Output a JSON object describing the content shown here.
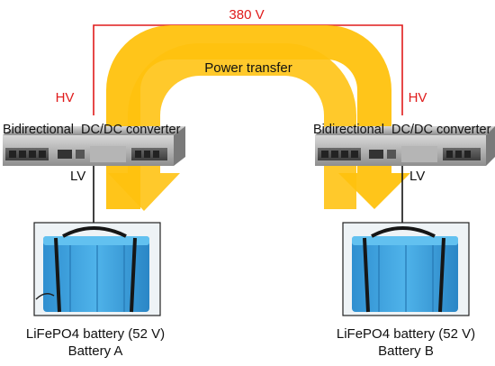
{
  "diagram": {
    "hv_bus_voltage": "380 V",
    "power_transfer_label": "Power transfer",
    "left": {
      "hv_label": "HV",
      "lv_label": "LV",
      "converter_label": "Bidirectional  DC/DC converter",
      "battery_label": "LiFePO4 battery (52 V)",
      "battery_name": "Battery A"
    },
    "right": {
      "hv_label": "HV",
      "lv_label": "LV",
      "converter_label": "Bidirectional  DC/DC converter",
      "battery_label": "LiFePO4 battery (52 V)",
      "battery_name": "Battery B"
    },
    "colors": {
      "hv_line": "#e01b1b",
      "hv_text": "#e01b1b",
      "arrow": "#ffc20e",
      "battery": "#3aa0dc",
      "converter": "#9a9a9a"
    }
  }
}
